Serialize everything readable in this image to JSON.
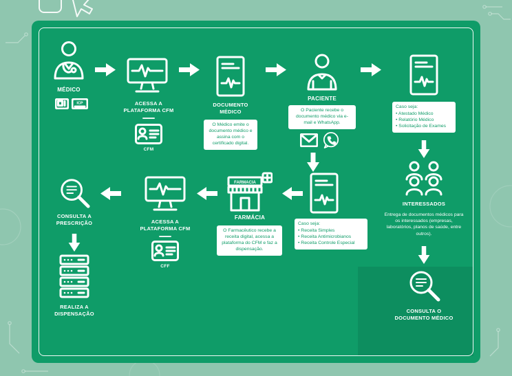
{
  "colors": {
    "background": "#8fc6af",
    "panel_green": "#0f9c68",
    "panel_shade": "#0d8a5d",
    "icon_white": "#ffffff",
    "note_text_green": "#0f9c68"
  },
  "nodes": {
    "medico": {
      "label": "MÉDICO",
      "card_text": "ICP"
    },
    "acessa_cfm_1": {
      "label": "ACESSA A PLATAFORMA CFM",
      "badge": "CFM"
    },
    "documento_medico": {
      "label": "DOCUMENTO MÉDICO",
      "note": "O Médico emite o documento médico e assina com o certificado digital."
    },
    "paciente": {
      "label": "PACIENTE",
      "note": "O Paciente recebe o documento médico via e-mail e WhatsApp."
    },
    "caso_documentos": {
      "title": "Caso seja:",
      "items": [
        "Atestado Médico",
        "Relatório Médico",
        "Solicitação de Exames"
      ]
    },
    "interessados": {
      "label": "INTERESSADOS",
      "note": "Entrega de documentos médicos para os interessados (empresas, laboratórios, planos de saúde, entre outros)."
    },
    "consulta_documento": {
      "label": "CONSULTA O DOCUMENTO MÉDICO"
    },
    "caso_receitas": {
      "title": "Caso seja:",
      "items": [
        "Receita Simples",
        "Receita Antimicrobianos",
        "Receita Controle Especial"
      ]
    },
    "farmacia": {
      "label": "FARMÁCIA",
      "sign": "FARMACIA",
      "note": "O Farmacêutico recebe a receita digital, acessa a plataforma do CFM e faz a dispensação."
    },
    "acessa_cfm_2": {
      "label": "ACESSA A PLATAFORMA CFM",
      "badge": "CFF"
    },
    "consulta_prescricao": {
      "label": "CONSULTA A PRESCRIÇÃO"
    },
    "realiza_dispensacao": {
      "label": "REALIZA A DISPENSAÇÃO"
    }
  }
}
